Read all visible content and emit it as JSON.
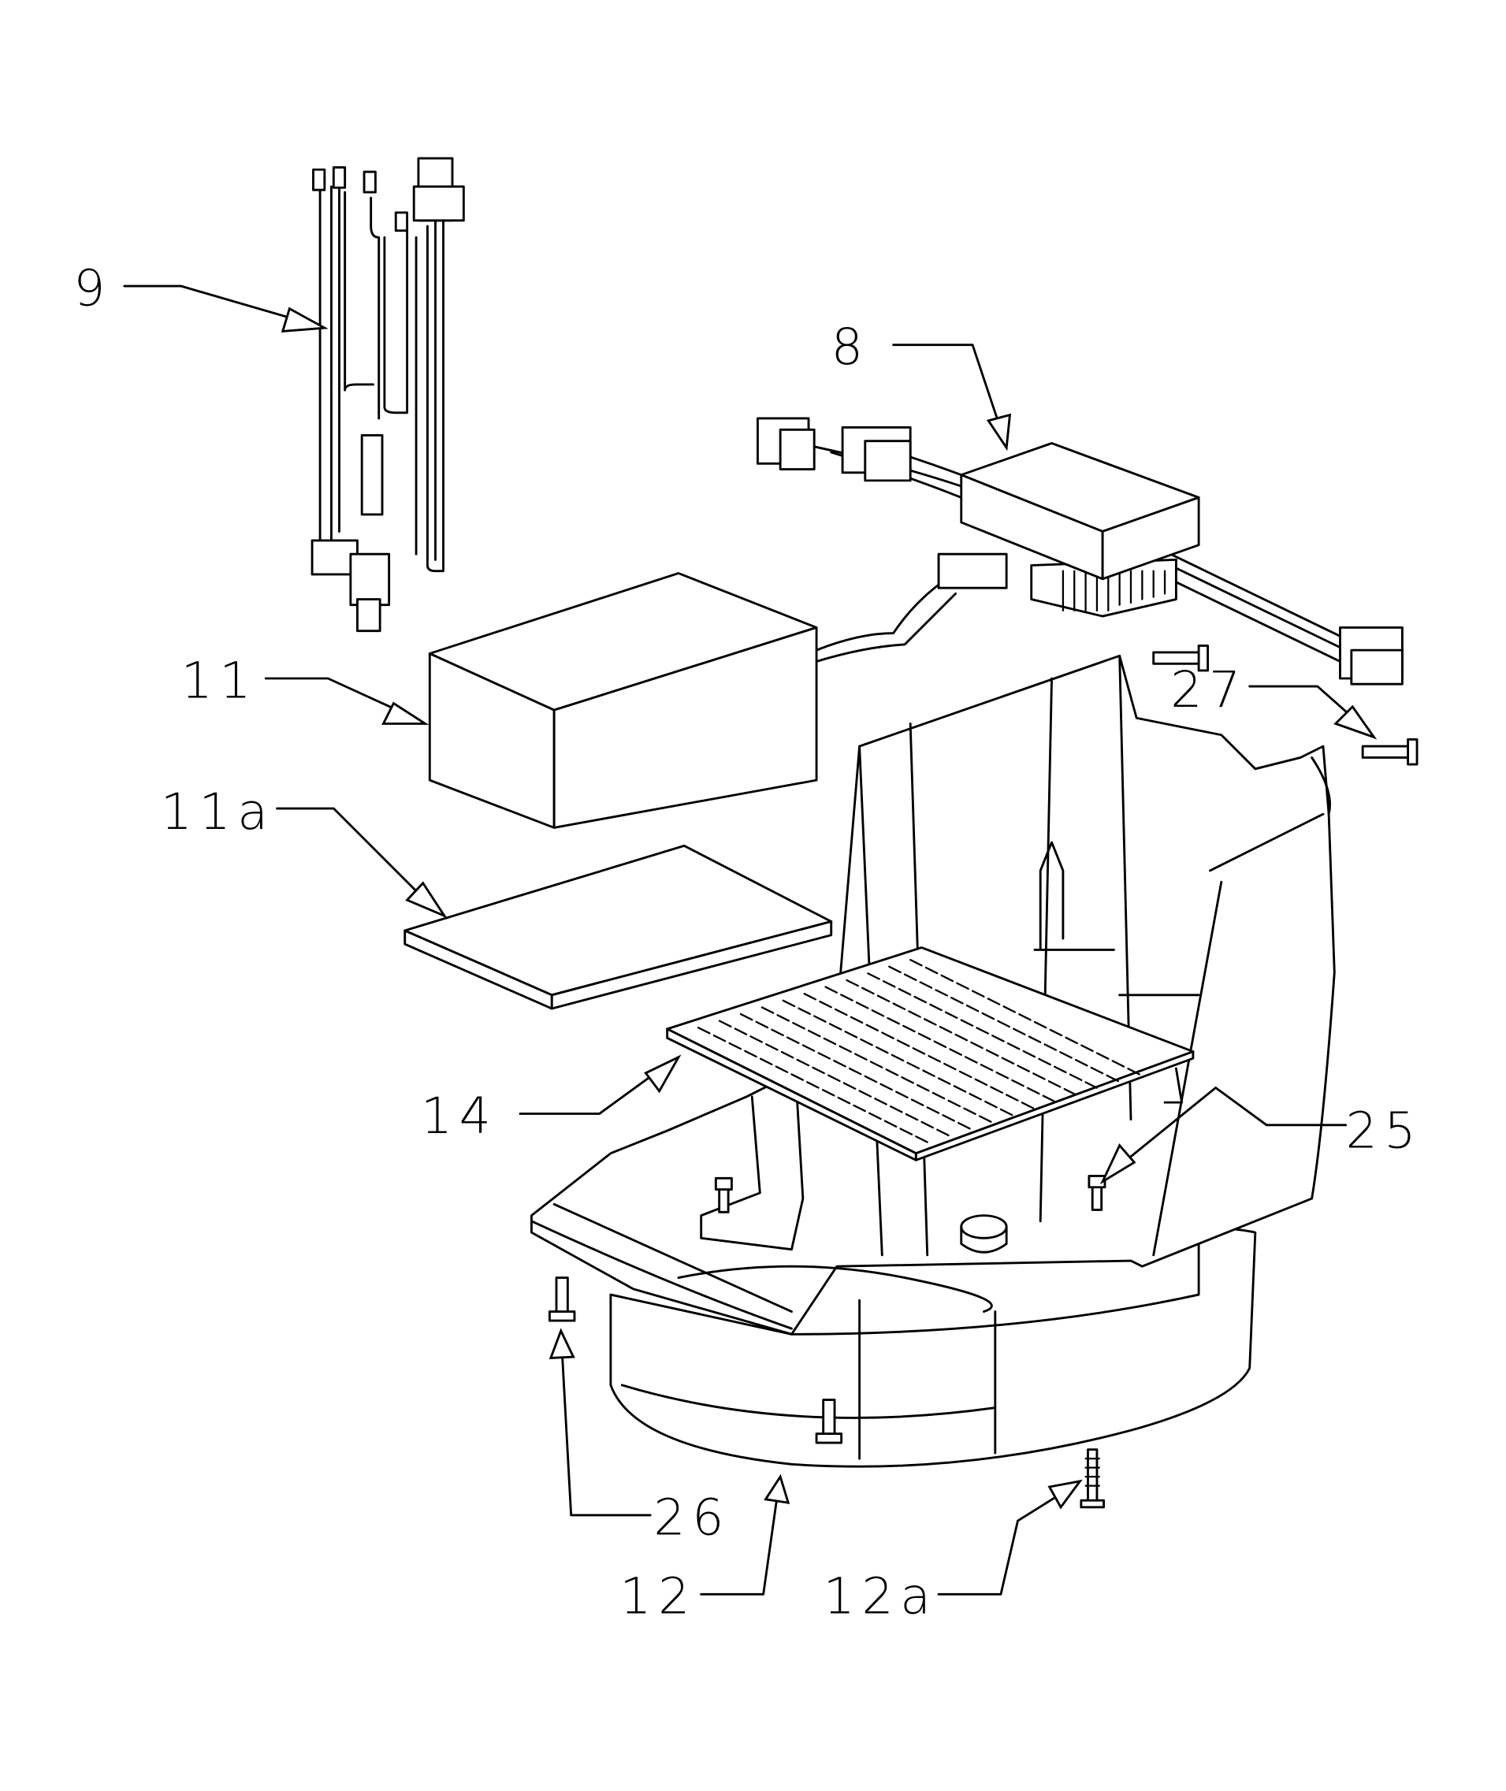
{
  "diagram": {
    "type": "exploded parts diagram",
    "callouts": {
      "c9": "9",
      "c8": "8",
      "c11": "11",
      "c11a": "11a",
      "c27": "27",
      "c14": "14",
      "c25": "25",
      "c26": "26",
      "c12": "12",
      "c12a": "12a"
    }
  }
}
